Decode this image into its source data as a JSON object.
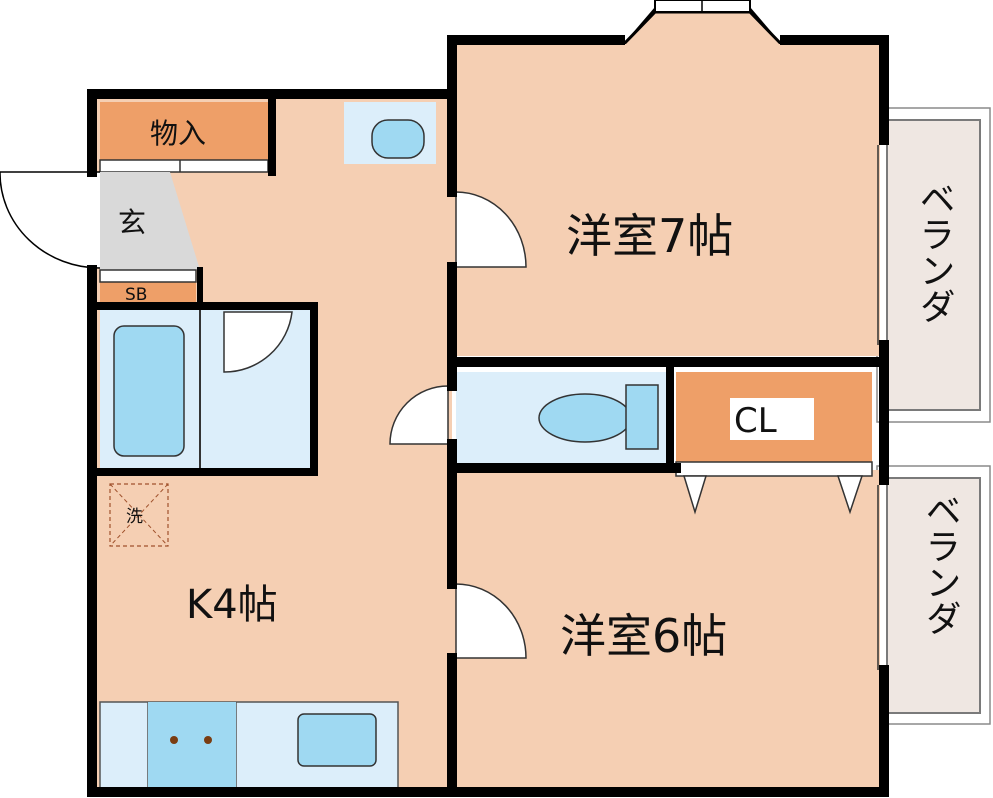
{
  "rooms": {
    "western_room_1": {
      "label": "洋室7帖"
    },
    "western_room_2": {
      "label": "洋室6帖"
    },
    "kitchen": {
      "label": "K4帖"
    },
    "storage": {
      "label": "物入"
    },
    "entrance": {
      "label": "玄"
    },
    "shoe_box": {
      "label": "SB"
    },
    "closet": {
      "label": "CL"
    },
    "laundry": {
      "label": "洗"
    }
  },
  "balconies": [
    {
      "label": "ベランダ"
    },
    {
      "label": "ベランダ"
    }
  ],
  "colors": {
    "room_floor": "#f5cfb3",
    "storage": "#ee9f68",
    "wet_area": "#dceefa",
    "fixture": "#9fd9f2",
    "entrance": "#d9d9d9",
    "balcony": "#efe7e2",
    "wall": "#000000"
  }
}
